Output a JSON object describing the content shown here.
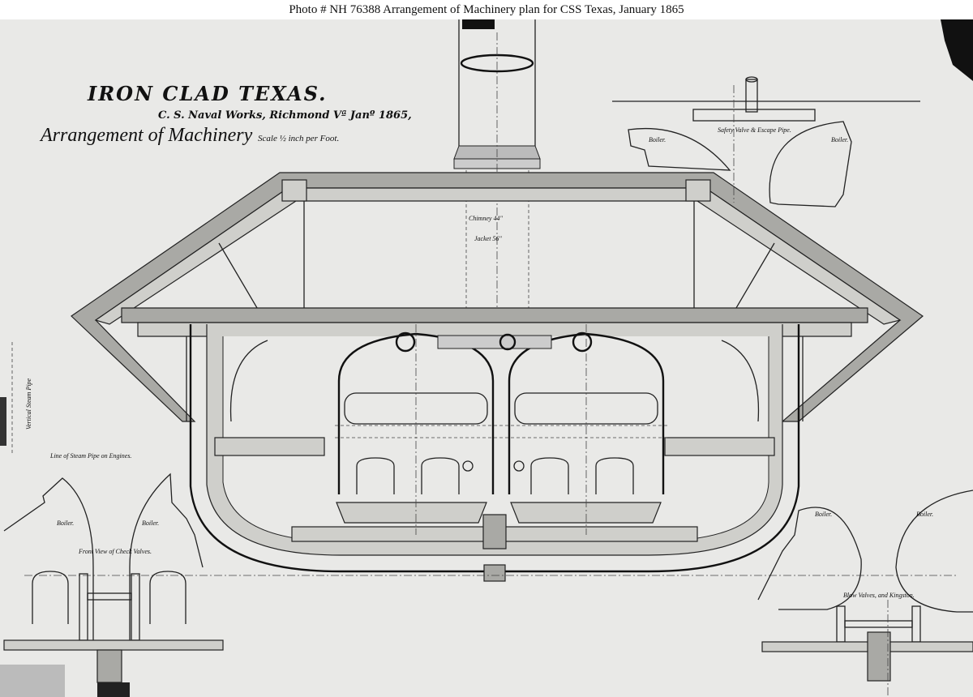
{
  "caption": "Photo #  NH 76388    Arrangement of Machinery plan for CSS Texas, January 1865",
  "drawing": {
    "title": "IRON CLAD TEXAS.",
    "subtitle": "C. S. Naval Works, Richmond Vª  Janº 1865,",
    "heading": "Arrangement of Machinery",
    "scale": "Scale ½ inch per Foot.",
    "chimney_label": "Chimney 44\"",
    "jacket_label": "Jacket 56\"",
    "labels": {
      "safety_valve": "Safety Valve & Escape Pipe.",
      "boiler": "Boiler.",
      "vertical_steam_pipe": "Vertical Steam Pipe",
      "steam_pipe_line": "Line of Steam Pipe on Engines.",
      "check_valves": "Front View of Check Valves.",
      "blow_valves": "Blow Valves, and Kingston."
    }
  }
}
